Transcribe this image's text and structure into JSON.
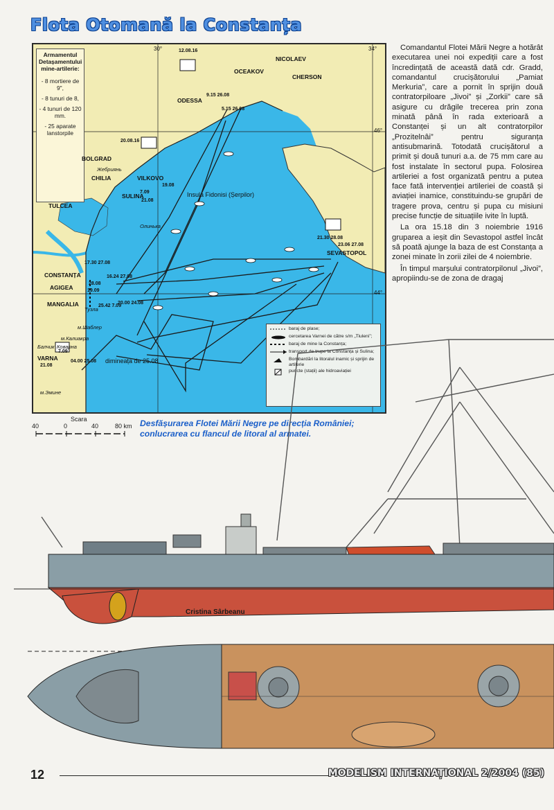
{
  "page_title": "Flota Otomană la Constanța",
  "map": {
    "armament_box": {
      "heading": "Armamentul Detașamentului mine-artilerie:",
      "items": [
        "- 8 mortiere de 9\",",
        "- 8 tunuri de 8,",
        "- 4 tunuri de 120 mm.",
        "- 25 aparate lanstorpile"
      ]
    },
    "coords": [
      "30°",
      "34°",
      "46°",
      "44°"
    ],
    "places": {
      "nicolaev": "NICOLAEV",
      "ociakov": "OCEAKOV",
      "cherson": "CHERSON",
      "odessa": "ODESSA",
      "bolgrad": "BOLGRAD",
      "chilia": "CHILIA",
      "vilkovo": "VILKOVO",
      "tulcea": "TULCEA",
      "sulina": "SULINA",
      "insula": "Insula Fidonisi (Șerpilor)",
      "constanta": "CONSTANȚA",
      "agigea": "AGIGEA",
      "mangalia": "MANGALIA",
      "varna": "VARNA",
      "sevastopol": "SEVASTOPOL",
      "dimineata": "dimineața de 25.08",
      "zhebr": "Жебриянь",
      "kovarna": "Коварна",
      "kaliakra": "м.Калиакра",
      "shabler": "м.Шаблер",
      "emine": "м.Эмине",
      "balchik": "Балчик",
      "tuzla": "Тузла",
      "olinka": "Олинька"
    },
    "dates": [
      "12.08.16",
      "20.08.16",
      "5.15 26.08",
      "9.15 26.08",
      "19.08",
      "7.09",
      "21.08",
      "28.08",
      "19.09",
      "25.42 7.09",
      "20.00 24.08",
      "16.24 27.08",
      "17.30 27.08",
      "21.30 28.08",
      "23.06 27.08",
      "7.09",
      "21.08",
      "04.00 25.08"
    ],
    "legend": [
      "baraj de plase;",
      "cercetarea Varnei de către s/m „Tiuleni”;",
      "baraj de mine la Constanța;",
      "transport de trupe la Constanța și Sulina;",
      "Bombardări la litoralul inamic și sprijin de artilerie",
      "puncte (stații) ale hidroaviației"
    ]
  },
  "scale": {
    "title": "Scara",
    "ticks": [
      "40",
      "0",
      "40",
      "80 km"
    ]
  },
  "caption": "Desfășurarea Flotei Mării Negre pe direcția României; conlucrarea cu flancul de litoral al armatei.",
  "article": [
    "Comandantul Flotei Mării Negre a hotărât executarea unei noi expediții care a fost încredințată de această dată cdr. Gradd, comandantul crucișătorului „Pamiat Merkuria”, care a pornit în sprijin două contratorpiloare „Jivoi” și „Zorkii” care să asigure cu drăgile trecerea prin zona minată până în rada exterioară a Constanței și un alt contratorpilor „Prozitelnâi” pentru siguranța antisubmarină. Totodată crucișătorul a primit și două tunuri a.a. de 75 mm care au fost instalate în sectorul pupa. Folosirea artileriei a fost organizată pentru a putea face fată intervenției artileriei de coastă și aviației inamice, constituindu-se grupări de tragere prova, centru și pupa cu misiuni precise funcție de situațiile ivite în luptă.",
    "La ora 15.18 din 3 noiembrie 1916 gruparea a ieșit din Sevastopol astfel încât să poată ajunge la baza de est Constanța a zonei minate în zorii zilei de 4 noiembrie.",
    "În timpul marșului contratorpilonul „Jivoi”, apropiindu-se de zona de dragaj"
  ],
  "credit": "Cristina Sârbeanu",
  "footer": {
    "page_number": "12",
    "magazine": "MODELISM INTERNAȚIONAL 2/2004 (85)"
  },
  "colors": {
    "sea": "#3ab7e8",
    "land": "#f2ecb4",
    "hull_grey": "#8a9ea6",
    "hull_red": "#c9513d",
    "deck": "#c9925e",
    "title_blue": "#4f8fe0",
    "caption_blue": "#1b5fc9"
  }
}
